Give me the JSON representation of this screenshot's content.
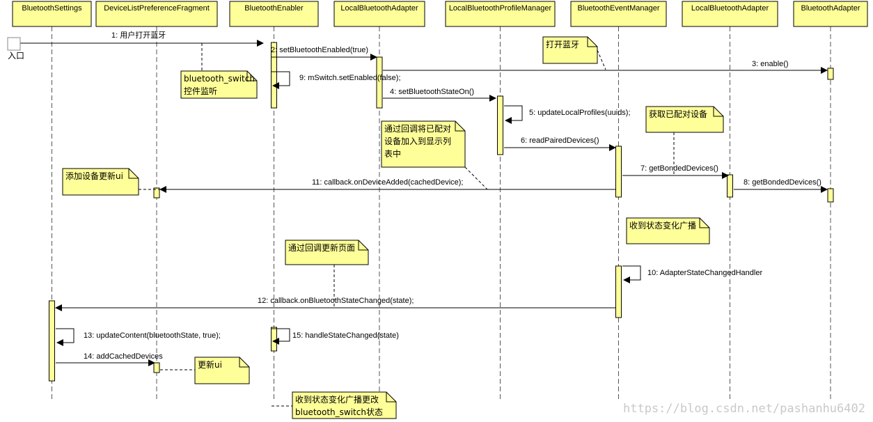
{
  "participants": [
    "BluetoothSettings",
    "DeviceListPreferenceFragment",
    "BluetoothEnabler",
    "LocalBluetoothAdapter",
    "LocalBluetoothProfileManager",
    "BluetoothEventManager",
    "LocalBluetoothAdapter",
    "BluetoothAdapter"
  ],
  "entry_label": "入口",
  "messages": [
    {
      "label": "1: 用户打开蓝牙",
      "from": "entry",
      "to": 2
    },
    {
      "label": "2: setBluetoothEnabled(true)",
      "from": 2,
      "to": 3
    },
    {
      "label": "3: enable()",
      "from": 3,
      "to": 7
    },
    {
      "label": "9: mSwitch.setEnabled(false);",
      "from": 2,
      "to": 2,
      "self": true
    },
    {
      "label": "4: setBluetoothStateOn()",
      "from": 3,
      "to": 4
    },
    {
      "label": "5: updateLocalProfiles(uuids);",
      "from": 4,
      "to": 4,
      "self": true
    },
    {
      "label": "6: readPairedDevices()",
      "from": 4,
      "to": 5
    },
    {
      "label": "7: getBondedDevices()",
      "from": 5,
      "to": 6
    },
    {
      "label": "8: getBondedDevices()",
      "from": 6,
      "to": 7
    },
    {
      "label": "11: callback.onDeviceAdded(cachedDevice);",
      "from": 5,
      "to": 1
    },
    {
      "label": "10: AdapterStateChangedHandler",
      "from": 5,
      "to": 5,
      "self": true
    },
    {
      "label": "12: callback.onBluetoothStateChanged(state);",
      "from": 5,
      "to": 0
    },
    {
      "label": "13: updateContent(bluetoothState, true);",
      "from": 0,
      "to": 0,
      "self": true
    },
    {
      "label": "15: handleStateChanged(state)",
      "from": 2,
      "to": 2,
      "self": true
    },
    {
      "label": "14: addCachedDevices",
      "from": 0,
      "to": 1
    }
  ],
  "notes": [
    {
      "lines": [
        "打开蓝牙"
      ]
    },
    {
      "lines": [
        "bluetooth_switch",
        "控件监听"
      ]
    },
    {
      "lines": [
        "通过回调将已配对",
        "设备加入到显示列",
        "表中"
      ]
    },
    {
      "lines": [
        "获取已配对设备"
      ]
    },
    {
      "lines": [
        "添加设备更新ui"
      ]
    },
    {
      "lines": [
        "收到状态变化广播"
      ]
    },
    {
      "lines": [
        "通过回调更新页面"
      ]
    },
    {
      "lines": [
        "更新ui"
      ]
    },
    {
      "lines": [
        "收到状态变化广播更改",
        "bluetooth_switch状态"
      ]
    }
  ],
  "watermark": "https://blog.csdn.net/pashanhu6402",
  "colors": {
    "note_fill": "#ffff99",
    "activation_fill": "#ffff99",
    "stroke": "#000000",
    "lifeline": "#555555"
  }
}
